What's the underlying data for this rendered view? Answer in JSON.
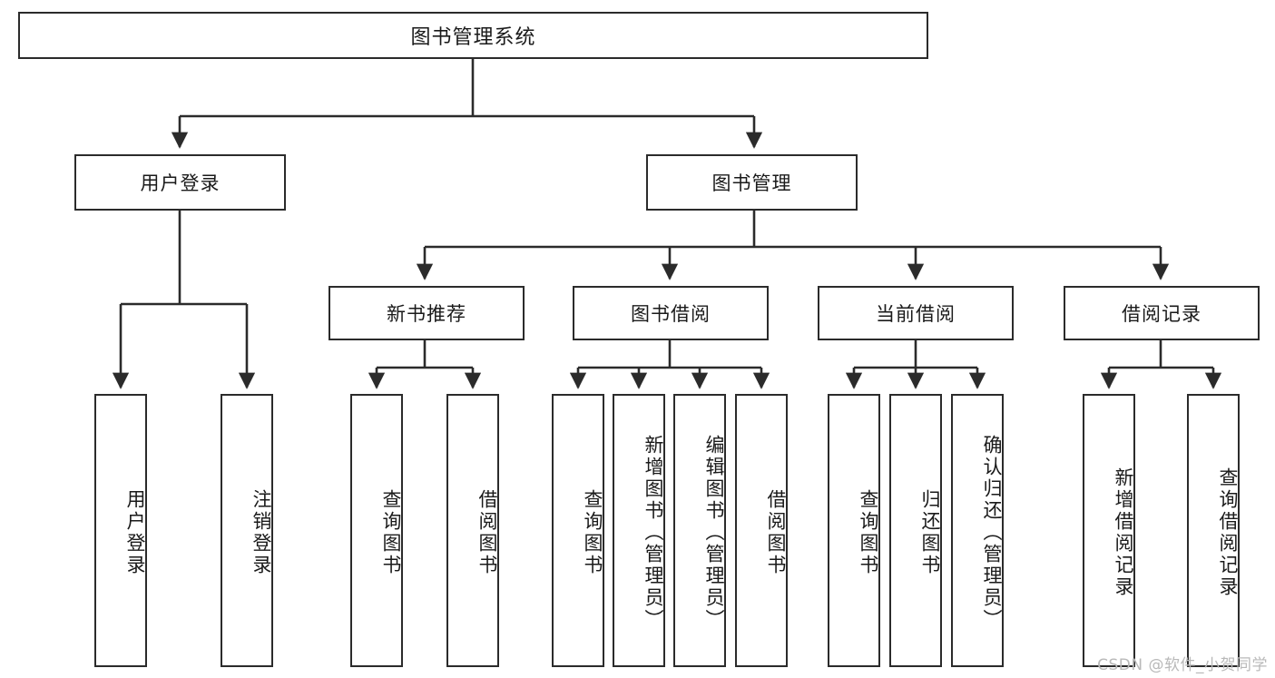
{
  "diagram": {
    "type": "function-hierarchy-tree",
    "title": "图书管理系统",
    "orientation": "top-down",
    "colors": {
      "box_border": "#2b2b2b",
      "box_fill": "#ffffff",
      "connector": "#2b2b2b",
      "text": "#1a1a1a",
      "watermark": "#b9b9b9",
      "background": "#ffffff"
    },
    "root": {
      "id": "root",
      "label": "图书管理系统"
    },
    "level2": [
      {
        "id": "user-login",
        "label": "用户登录"
      },
      {
        "id": "book-manage",
        "label": "图书管理"
      }
    ],
    "level3": [
      {
        "id": "new-book-recommend",
        "label": "新书推荐"
      },
      {
        "id": "book-borrow",
        "label": "图书借阅"
      },
      {
        "id": "current-borrow",
        "label": "当前借阅"
      },
      {
        "id": "borrow-record",
        "label": "借阅记录"
      }
    ],
    "leaves": {
      "user-login": [
        {
          "id": "leaf-user-login",
          "label": "用户登录"
        },
        {
          "id": "leaf-user-logout",
          "label": "注销登录"
        }
      ],
      "new-book-recommend": [
        {
          "id": "leaf-query-book-1",
          "label": "查询图书"
        },
        {
          "id": "leaf-borrow-book-1",
          "label": "借阅图书"
        }
      ],
      "book-borrow": [
        {
          "id": "leaf-query-book-2",
          "label": "查询图书"
        },
        {
          "id": "leaf-add-book",
          "label": "新增图书（管理员）"
        },
        {
          "id": "leaf-edit-book",
          "label": "编辑图书（管理员）"
        },
        {
          "id": "leaf-borrow-book-2",
          "label": "借阅图书"
        }
      ],
      "current-borrow": [
        {
          "id": "leaf-query-book-3",
          "label": "查询图书"
        },
        {
          "id": "leaf-return-book",
          "label": "归还图书"
        },
        {
          "id": "leaf-confirm-return",
          "label": "确认归还（管理员）"
        }
      ],
      "borrow-record": [
        {
          "id": "leaf-add-record",
          "label": "新增借阅记录"
        },
        {
          "id": "leaf-query-record",
          "label": "查询借阅记录"
        }
      ]
    }
  },
  "watermark": {
    "text": "CSDN @软件_小贺同学"
  }
}
